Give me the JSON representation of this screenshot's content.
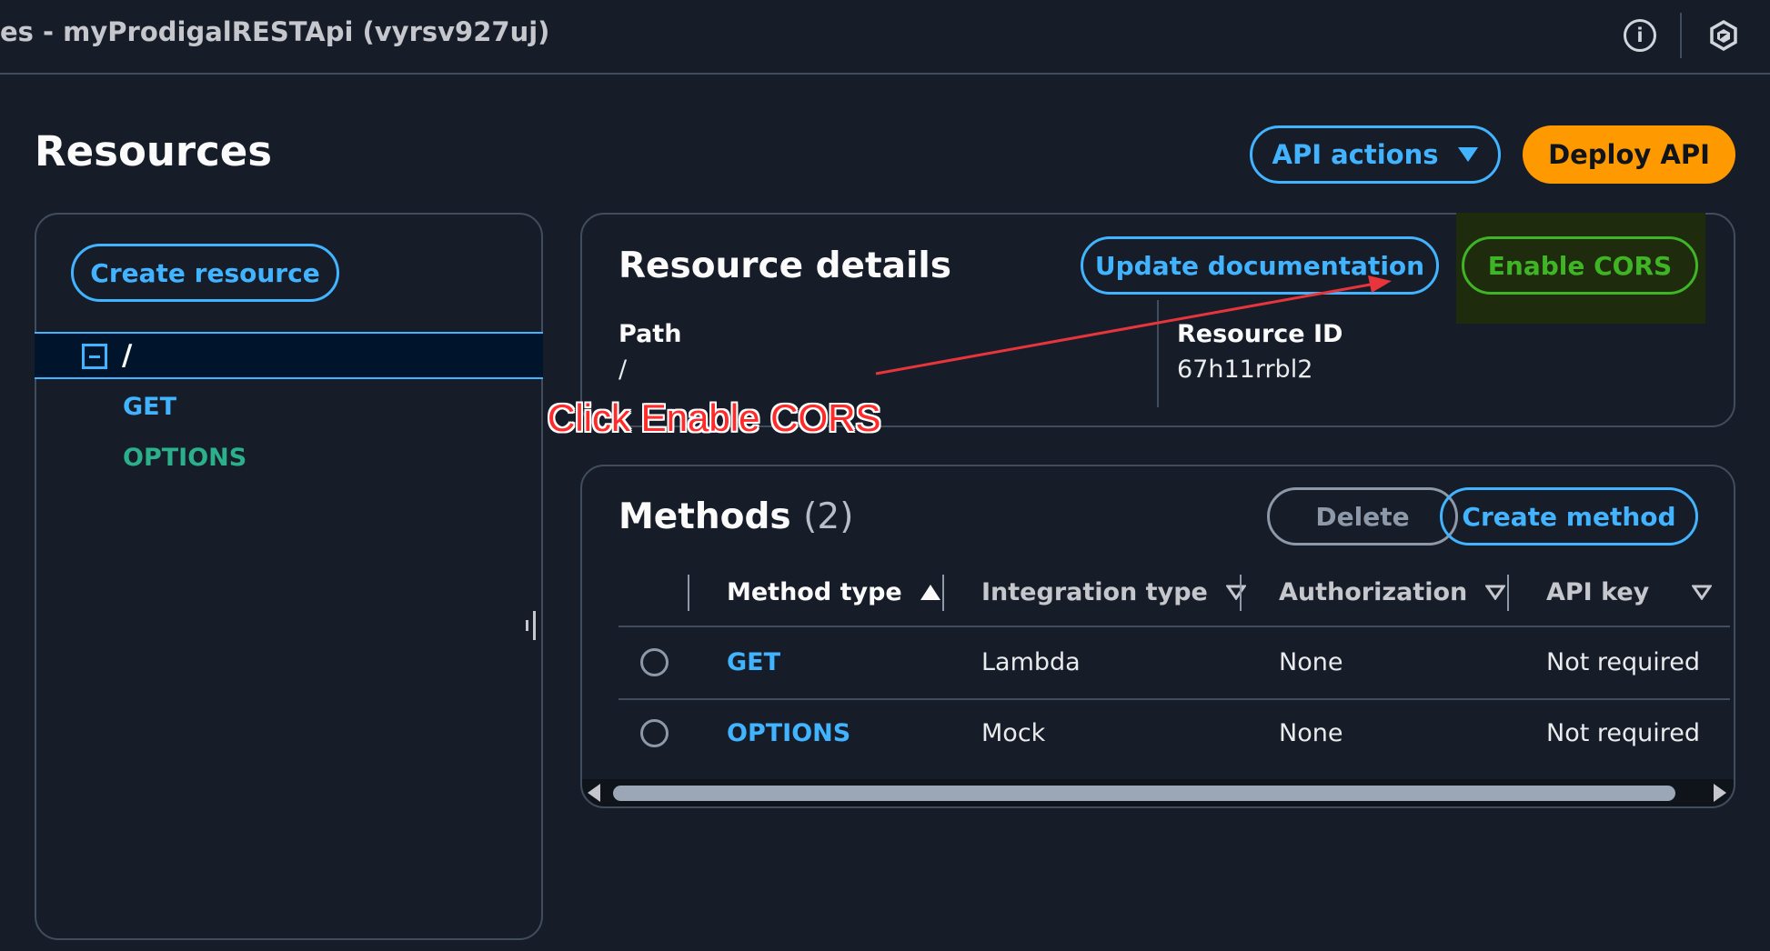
{
  "topbar": {
    "title": "es - myProdigalRESTApi (vyrsv927uj)",
    "info_icon": "i",
    "icons": [
      "info-icon",
      "feedback-icon"
    ]
  },
  "page": {
    "title": "Resources",
    "api_actions_label": "API actions",
    "deploy_label": "Deploy API"
  },
  "tree": {
    "create_resource_label": "Create resource",
    "root": "/",
    "children": [
      "GET",
      "OPTIONS"
    ]
  },
  "details": {
    "title": "Resource details",
    "update_doc_label": "Update documentation",
    "enable_cors_label": "Enable CORS",
    "path_label": "Path",
    "path_value": "/",
    "resource_id_label": "Resource ID",
    "resource_id_value": "67h11rrbl2"
  },
  "annotation": {
    "text": "Click Enable CORS",
    "color": "#ff2a2a"
  },
  "methods": {
    "title": "Methods",
    "count": "(2)",
    "delete_label": "Delete",
    "create_label": "Create method",
    "columns": [
      "Method type",
      "Integration type",
      "Authorization",
      "API key"
    ],
    "rows": [
      {
        "method": "GET",
        "integration": "Lambda",
        "authorization": "None",
        "api_key": "Not required"
      },
      {
        "method": "OPTIONS",
        "integration": "Mock",
        "authorization": "None",
        "api_key": "Not required"
      }
    ]
  },
  "colors": {
    "accent": "#42b4ff",
    "deploy": "#ff9900",
    "cors": "#3fb526",
    "options_method": "#2bb08b",
    "background": "#161d29"
  }
}
